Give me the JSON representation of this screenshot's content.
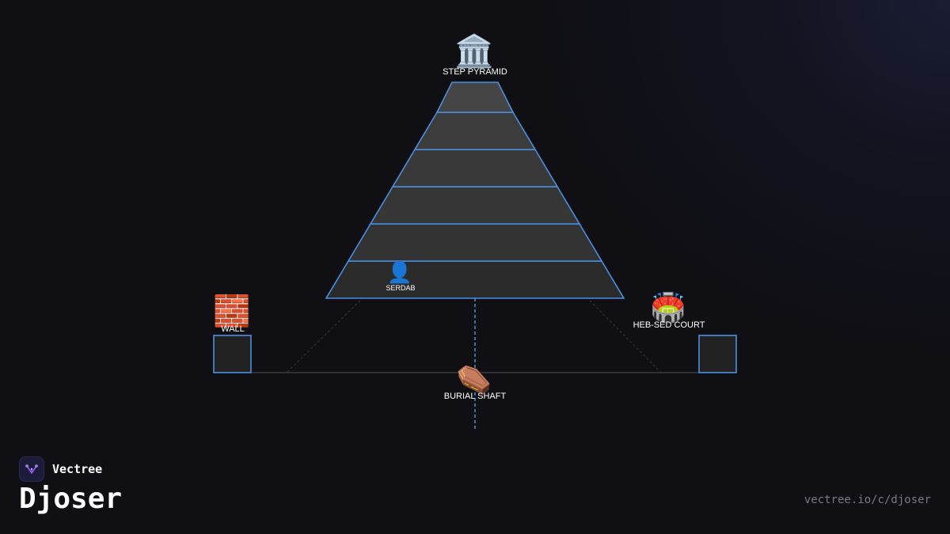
{
  "brand": {
    "name": "Vectree"
  },
  "title": "Djoser",
  "url": "vectree.io/c/djoser",
  "colors": {
    "outline": "#4a90e2",
    "tier_fill": "#3c3c3c",
    "tier_fill_dark": "#2b2b2b",
    "box_fill": "#222222",
    "text": "#ffffff",
    "accent": "#8b5cf6"
  },
  "diagram": {
    "pyramid_tiers": 6,
    "labels": {
      "step_pyramid": "STEP PYRAMID",
      "serdab": "SERDAB",
      "wall": "WALL",
      "heb_sed_court": "HEB-SED COURT",
      "burial_shaft": "BURIAL SHAFT"
    },
    "icons": {
      "step_pyramid": "🏛️",
      "serdab": "👤",
      "wall": "🧱",
      "heb_sed_court": "🏟️",
      "burial_shaft": "⚰️"
    }
  }
}
